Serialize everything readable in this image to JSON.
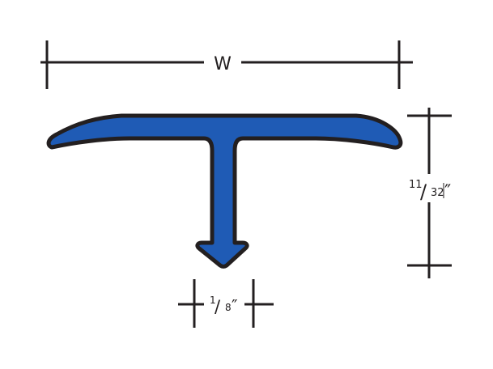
{
  "dimensions": {
    "width_label": "W",
    "height_label": {
      "numerator": "11",
      "slash": "/",
      "denominator": "32",
      "unit": "″"
    },
    "thickness_label": {
      "numerator": "1",
      "slash": "/",
      "denominator": "8",
      "unit": "″"
    }
  },
  "colors": {
    "profile_fill": "#1f5bb5",
    "profile_outline": "#231f20",
    "dimension_lines": "#231f20",
    "background": "#ffffff"
  }
}
